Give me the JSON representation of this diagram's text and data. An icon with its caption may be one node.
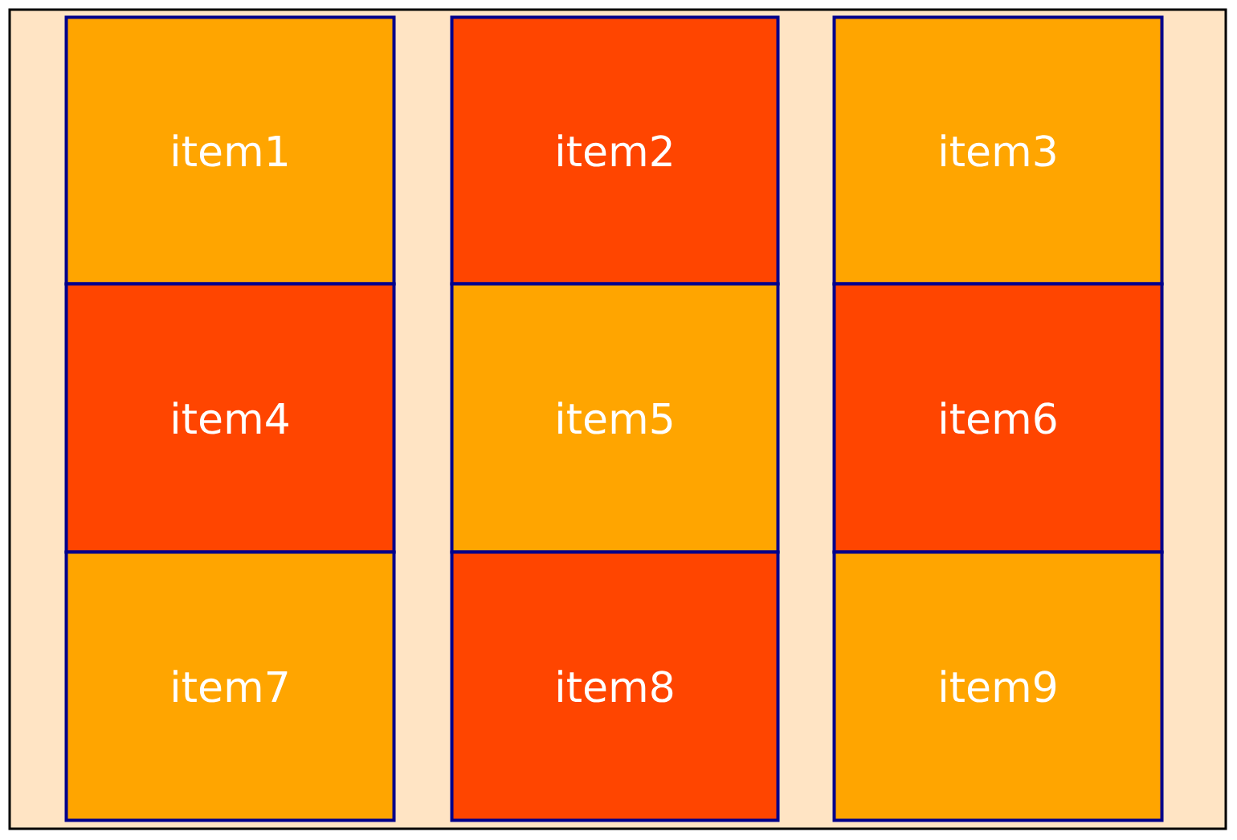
{
  "diagram": {
    "nodes": [
      {
        "text": [],
        "shape": "box"
      },
      {
        "text": [
          "item1"
        ],
        "in": 0
      },
      {
        "text": [
          "item2"
        ],
        "in": 0
      },
      {
        "text": [
          "item3"
        ],
        "in": 0
      },
      {
        "text": [
          "item4"
        ],
        "in": 0
      },
      {
        "text": [
          "item5"
        ],
        "in": 0
      },
      {
        "text": [
          "item6"
        ],
        "in": 0
      },
      {
        "text": [
          "item7"
        ],
        "in": 0
      },
      {
        "text": [
          "item8"
        ],
        "in": 0
      },
      {
        "text": [
          "item9"
        ],
        "in": 0
      }
    ]
  }
}
